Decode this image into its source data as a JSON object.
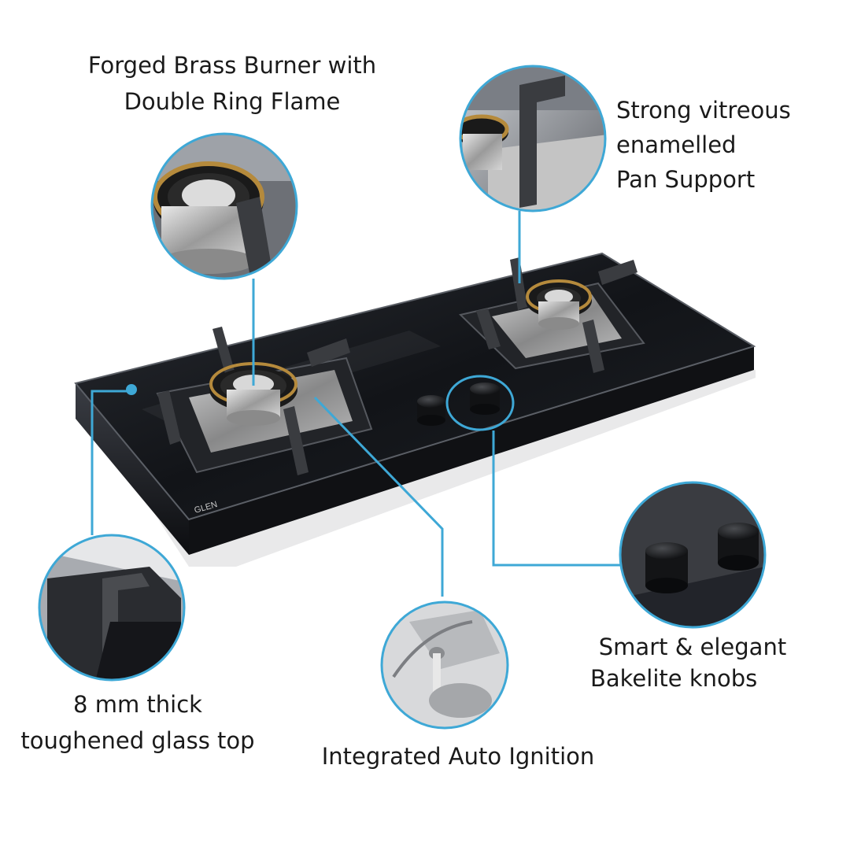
{
  "product": {
    "brand_mark": "GLEN"
  },
  "callouts": {
    "burner": {
      "line1": "Forged Brass Burner with",
      "line2": "Double Ring Flame"
    },
    "pan_support": {
      "line1": "Strong vitreous",
      "line2": "enamelled",
      "line3": "Pan Support"
    },
    "glass_top": {
      "line1": "8 mm thick",
      "line2": "toughened glass top"
    },
    "ignition": {
      "line1": "Integrated Auto Ignition"
    },
    "knobs": {
      "line1": "Smart & elegant",
      "line2": "Bakelite knobs"
    }
  },
  "colors": {
    "callout_line": "#3ea8d6",
    "glass": "#16181c",
    "steel": "#c8c8c8",
    "brass": "#b58a3c",
    "pan_support": "#3a3c40",
    "knob": "#202224"
  }
}
